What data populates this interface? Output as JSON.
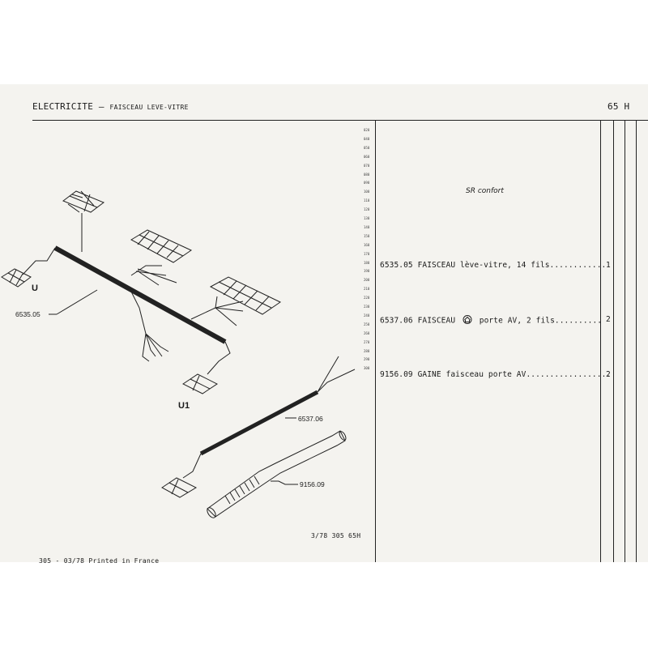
{
  "header": {
    "section": "ELECTRICITE",
    "subtitle": "FAISCEAU LEVE-VITRE",
    "page_ref": "65 H"
  },
  "ruler": [
    "020",
    "040",
    "050",
    "060",
    "070",
    "080",
    "090",
    "100",
    "110",
    "120",
    "130",
    "140",
    "150",
    "160",
    "170",
    "180",
    "190",
    "200",
    "210",
    "220",
    "230",
    "240",
    "250",
    "260",
    "270",
    "280",
    "290",
    "300"
  ],
  "variant_label": "SR confort",
  "parts": [
    {
      "ref": "6535.05",
      "name": "FAISCEAU",
      "desc": "lève-vitre, 14 fils",
      "dots": "............",
      "qty": "1"
    },
    {
      "ref": "6537.06",
      "name": "FAISCEAU",
      "icon": "door-icon",
      "desc": "porte AV, 2 fils",
      "dots": "..........",
      "qty": "2"
    },
    {
      "ref": "9156.09",
      "name": "GAINE",
      "desc": "faisceau porte AV",
      "dots": "..................",
      "qty": "2"
    }
  ],
  "diagram": {
    "label_u": "U",
    "label_u1": "U1",
    "callout_1": "6535.05",
    "callout_2": "6537.06",
    "callout_3": "9156.09"
  },
  "footer": {
    "code": "3/78 305 65H",
    "printed": "305 - 03/78 Printed in France"
  }
}
